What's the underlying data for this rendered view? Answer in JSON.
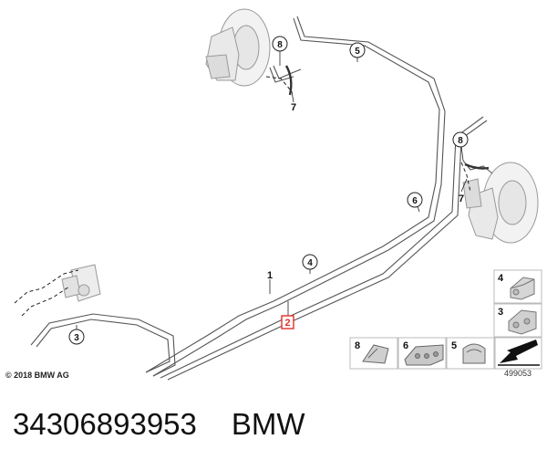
{
  "diagram": {
    "callouts": [
      "8",
      "5",
      "7",
      "8",
      "6",
      "7",
      "4",
      "1",
      "2",
      "3"
    ],
    "legend_callouts": [
      "4",
      "3",
      "8",
      "6",
      "5"
    ],
    "copyright": "© 2018 BMW AG",
    "image_number": "499053",
    "highlight_color": "#e0302a"
  },
  "footer": {
    "part_number": "34306893953",
    "brand": "BMW"
  }
}
